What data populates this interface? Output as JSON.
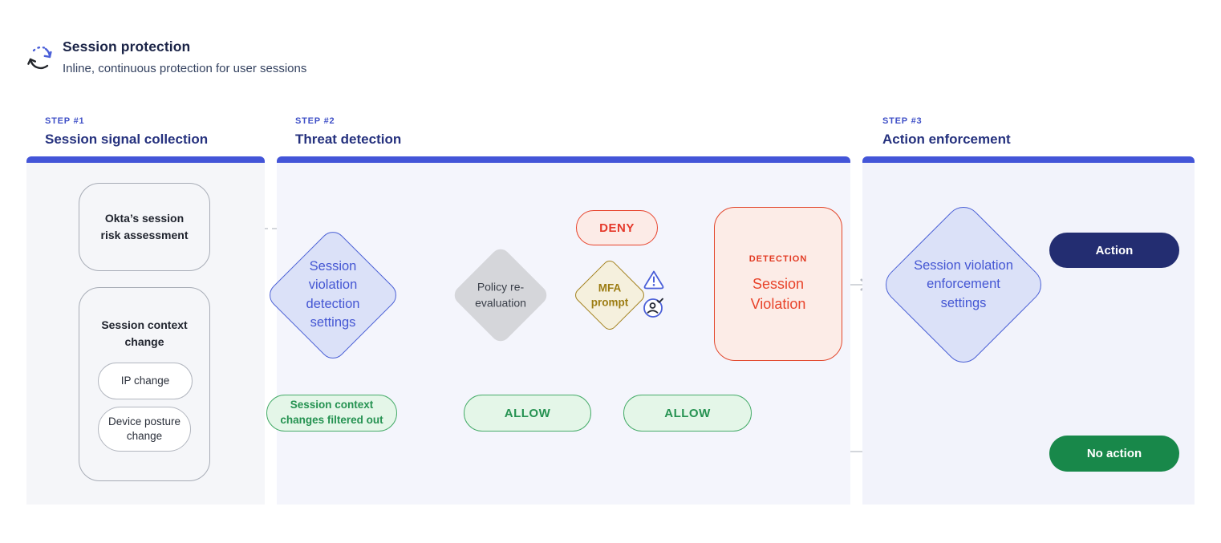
{
  "header": {
    "title": "Session protection",
    "subtitle": "Inline, continuous protection for user sessions"
  },
  "steps": [
    {
      "label": "STEP #1",
      "title": "Session signal collection"
    },
    {
      "label": "STEP #2",
      "title": "Threat detection"
    },
    {
      "label": "STEP #3",
      "title": "Action enforcement"
    }
  ],
  "signals": {
    "risk_assessment": "Okta’s session risk assessment",
    "context_change": {
      "title": "Session context change",
      "items": [
        "IP change",
        "Device posture change"
      ]
    }
  },
  "detection": {
    "settings_diamond": "Session violation detection settings",
    "policy_diamond": "Policy re-evaluation",
    "mfa_diamond": "MFA prompt",
    "deny": "DENY",
    "violation_card": {
      "label": "DETECTION",
      "title": "Session Violation"
    },
    "filtered_out": "Session context changes filtered out",
    "allow_policy": "ALLOW",
    "allow_mfa": "ALLOW"
  },
  "enforcement": {
    "settings_diamond": "Session violation enforcement settings",
    "action": "Action",
    "no_action": "No action"
  },
  "icons": {
    "header": "cycle-refresh-icon",
    "warning": "warning-triangle-icon",
    "user_verified": "user-verified-icon"
  },
  "colors": {
    "accent_blue": "#4355d8",
    "diamond_blue_fill": "#dbe1f8",
    "diamond_blue_stroke": "#4c61d6",
    "red": "#e2462b",
    "salmon": "#f2a89b",
    "green_text": "#259251",
    "green_fill": "#e4f6e8",
    "green_solid": "#18884a",
    "navy_solid": "#232d71",
    "gold": "#9c7c12",
    "wire_gray": "#cdd0d6"
  }
}
